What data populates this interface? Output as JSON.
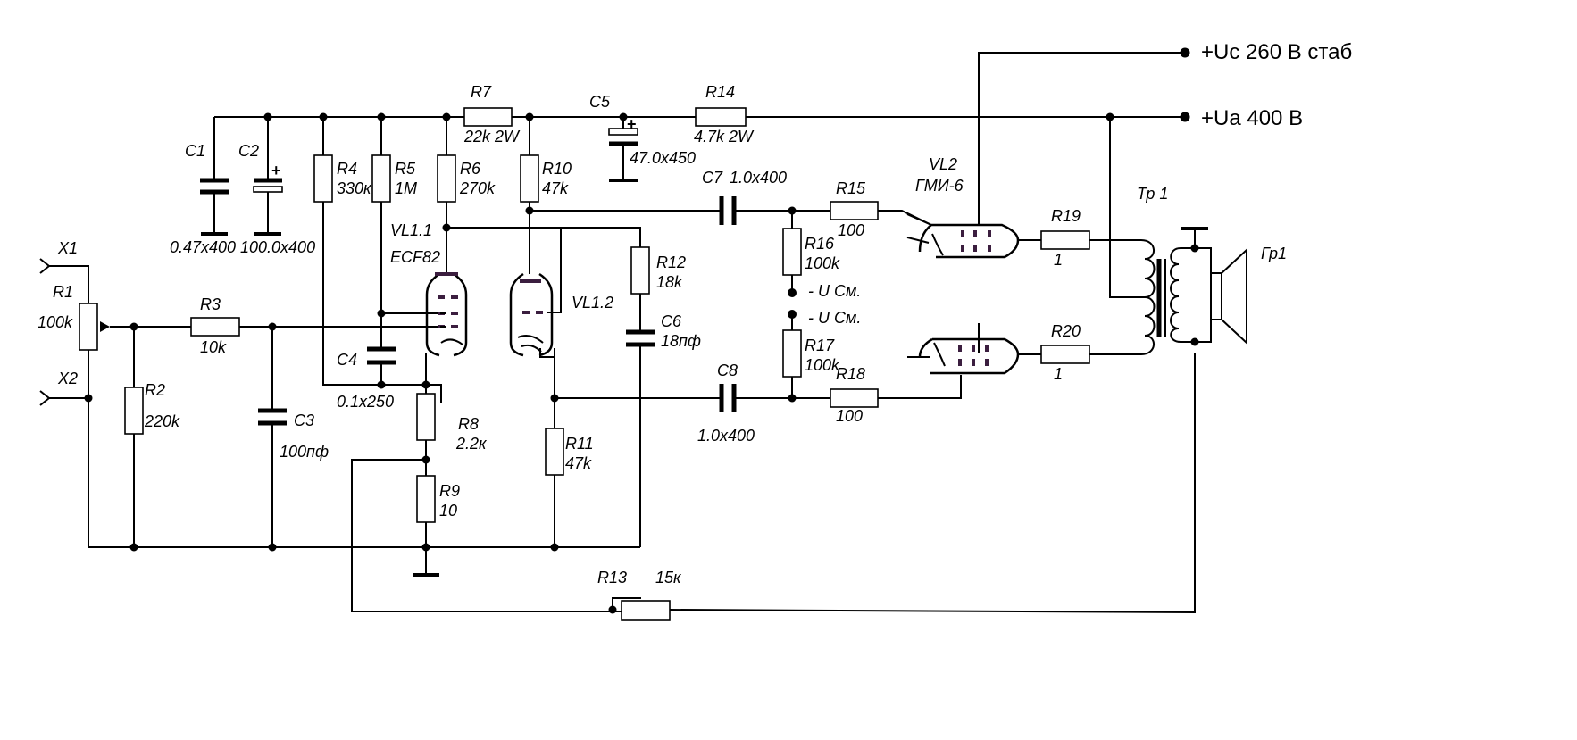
{
  "rails": {
    "uc": "+Uc 260 В стаб",
    "ua": "+Ua 400 В"
  },
  "parts": {
    "x1": "X1",
    "x2": "X2",
    "r1": "R1",
    "r1v": "100k",
    "r2": "R2",
    "r2v": "220k",
    "r3": "R3",
    "r3v": "10k",
    "c1": "C1",
    "c1v": "0.47x400",
    "c2": "C2",
    "c2v": "100.0x400",
    "c3": "C3",
    "c3v": "100пф",
    "r4": "R4",
    "r4v": "330к",
    "r5": "R5",
    "r5v": "1M",
    "c4": "C4",
    "c4v": "0.1x250",
    "r6": "R6",
    "r6v": "270k",
    "r7": "R7",
    "r7v": "22k 2W",
    "r8": "R8",
    "r8v": "2.2к",
    "r9": "R9",
    "r9v": "10",
    "r10": "R10",
    "r10v": "47k",
    "r11": "R11",
    "r11v": "47k",
    "r12": "R12",
    "r12v": "18k",
    "r13": "R13",
    "r13v": "15к",
    "c5": "C5",
    "c5v": "47.0x450",
    "r14": "R14",
    "r14v": "4.7k 2W",
    "c6": "C6",
    "c6v": "18пф",
    "c7": "C7",
    "c7v": "1.0x400",
    "c8": "C8",
    "c8v": "1.0x400",
    "r15": "R15",
    "r15v": "100",
    "r16": "R16",
    "r16v": "100k",
    "r17": "R17",
    "r17v": "100k",
    "r18": "R18",
    "r18v": "100",
    "r19": "R19",
    "r19v": "1",
    "r20": "R20",
    "r20v": "1",
    "bias1": "- U См.",
    "bias2": "- U См.",
    "vl11": "VL1.1",
    "ecf82": "ECF82",
    "vl12": "VL1.2",
    "vl2": "VL2",
    "gmi6": "ГМИ-6",
    "tr1": "Тр 1",
    "gr1": "Гр1"
  }
}
